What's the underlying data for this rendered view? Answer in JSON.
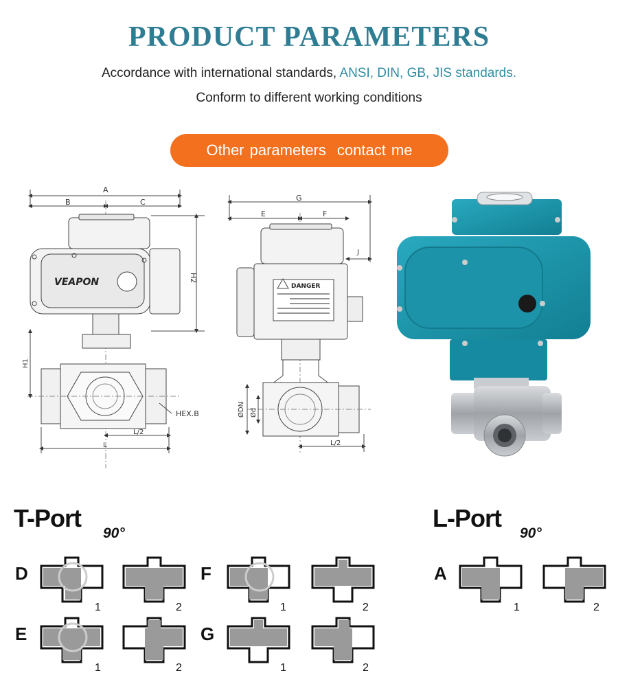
{
  "header": {
    "title": "PRODUCT PARAMETERS",
    "line1_prefix": "Accordance with international standards, ",
    "line1_highlight": "ANSI, DIN, GB, JIS standards.",
    "line2": "Conform to different working conditions"
  },
  "cta": {
    "label1": "Other parameters",
    "label2": "contact me"
  },
  "drawing": {
    "front": {
      "dim_A": "A",
      "dim_B": "B",
      "dim_C": "C",
      "dim_H2": "H2",
      "dim_H1": "H1",
      "dim_L": "L",
      "dim_L2": "L/2",
      "hex": "HEX.B",
      "brand": "VEAPON"
    },
    "side": {
      "dim_G": "G",
      "dim_E": "E",
      "dim_F": "F",
      "dim_J": "J",
      "dim_DN": "ØDN",
      "dim_d": "Ød",
      "dim_L2": "L/2",
      "danger": "DANGER"
    }
  },
  "colors": {
    "title": "#2f7d93",
    "highlight": "#2f8ca3",
    "cta": "#f2701e",
    "actuator": "#1a9ab0",
    "steel": "#b9bcc0"
  },
  "tport": {
    "title": "T-Port",
    "angle": "90°",
    "rows": [
      {
        "letter": "D",
        "pos1": "1",
        "pos2": "2"
      },
      {
        "letter": "E",
        "pos1": "1",
        "pos2": "2"
      },
      {
        "letter": "F",
        "pos1": "1",
        "pos2": "2"
      },
      {
        "letter": "G",
        "pos1": "1",
        "pos2": "2"
      }
    ]
  },
  "lport": {
    "title": "L-Port",
    "angle": "90°",
    "rows": [
      {
        "letter": "A",
        "pos1": "1",
        "pos2": "2"
      }
    ]
  }
}
